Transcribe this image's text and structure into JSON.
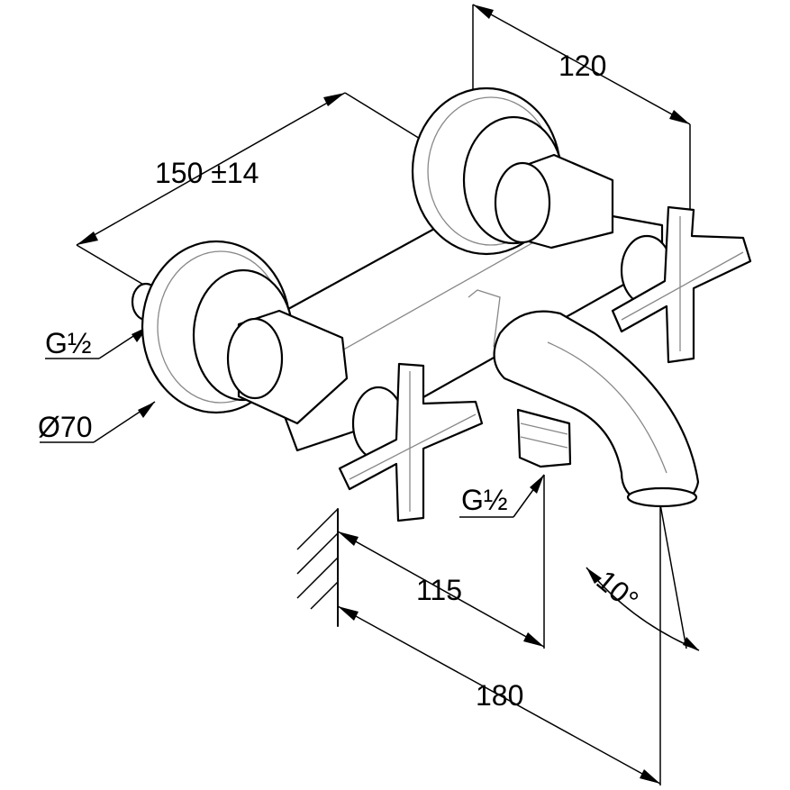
{
  "dimensions": {
    "width_between_outlets": "150 ±14",
    "handle_reach": "120",
    "inlet_thread": "G½",
    "rosette_diameter": "Ø70",
    "outlet_thread": "G½",
    "outlet_projection": "115",
    "spout_projection": "180",
    "spout_angle": "10°"
  }
}
